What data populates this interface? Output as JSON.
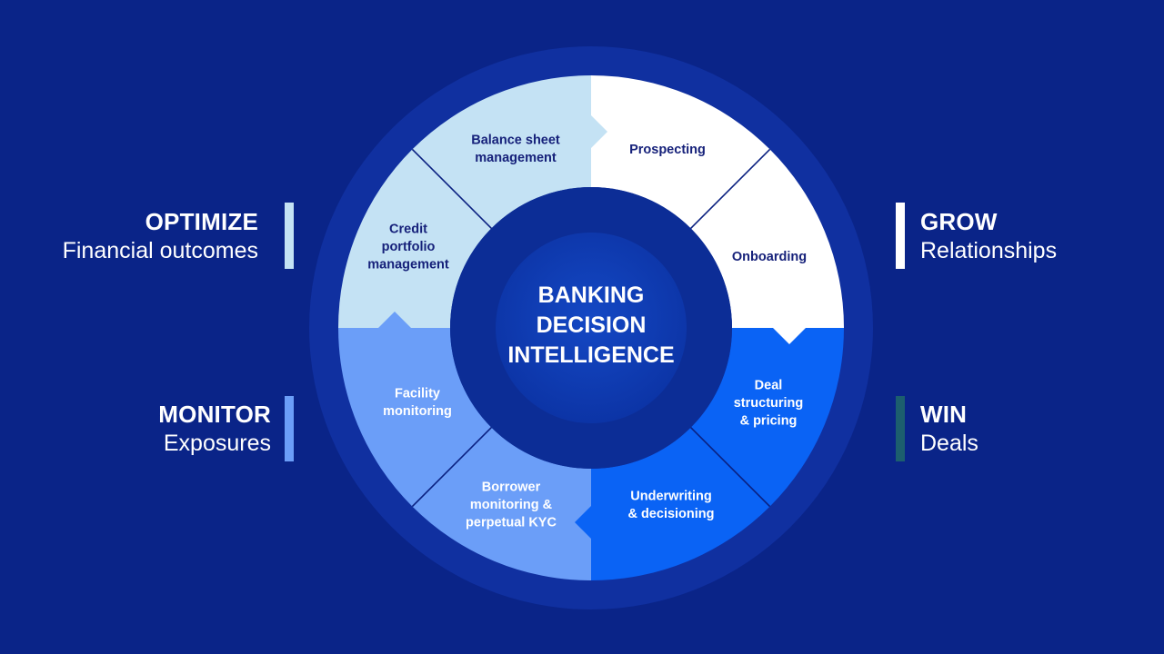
{
  "center": {
    "lines": [
      "BANKING",
      "DECISION",
      "INTELLIGENCE"
    ]
  },
  "segments": [
    {
      "id": "prospecting",
      "lines": [
        "Prospecting"
      ],
      "color": "#ffffff",
      "text_color": "#16217a"
    },
    {
      "id": "onboarding",
      "lines": [
        "Onboarding"
      ],
      "color": "#ffffff",
      "text_color": "#16217a"
    },
    {
      "id": "deal-structuring",
      "lines": [
        "Deal",
        "structuring",
        "& pricing"
      ],
      "color": "#0a63f5",
      "text_color": "#ffffff"
    },
    {
      "id": "underwriting",
      "lines": [
        "Underwriting",
        "& decisioning"
      ],
      "color": "#0a63f5",
      "text_color": "#ffffff"
    },
    {
      "id": "borrower-monitoring",
      "lines": [
        "Borrower",
        "monitoring &",
        "perpetual KYC"
      ],
      "color": "#6b9ef8",
      "text_color": "#ffffff"
    },
    {
      "id": "facility-monitoring",
      "lines": [
        "Facility",
        "monitoring"
      ],
      "color": "#6b9ef8",
      "text_color": "#ffffff"
    },
    {
      "id": "credit-portfolio",
      "lines": [
        "Credit",
        "portfolio",
        "management"
      ],
      "color": "#c4e2f4",
      "text_color": "#16217a"
    },
    {
      "id": "balance-sheet",
      "lines": [
        "Balance sheet",
        "management"
      ],
      "color": "#c4e2f4",
      "text_color": "#16217a"
    }
  ],
  "quadrants": {
    "optimize": {
      "title": "OPTIMIZE",
      "subtitle": "Financial outcomes",
      "bar_color": "#c4e2f4"
    },
    "grow": {
      "title": "GROW",
      "subtitle": "Relationships",
      "bar_color": "#ffffff"
    },
    "monitor": {
      "title": "MONITOR",
      "subtitle": "Exposures",
      "bar_color": "#6b9ef8"
    },
    "win": {
      "title": "WIN",
      "subtitle": "Deals",
      "bar_color": "#1c5e6e"
    }
  },
  "colors": {
    "background": "#0a2488",
    "halo": "#1030a0",
    "inner_ring": "#0c2d96",
    "center_disc": "#0f40b8",
    "divider": "#0a2080"
  }
}
